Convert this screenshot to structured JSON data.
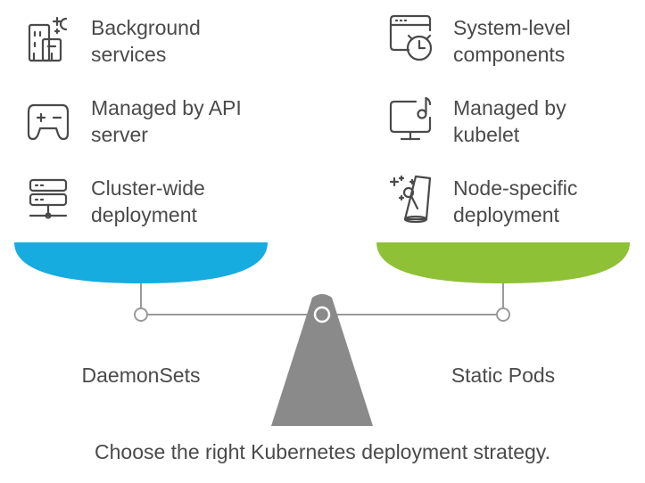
{
  "left": {
    "title": "DaemonSets",
    "color": "#16acdf",
    "items": [
      {
        "label": "Background\nservices",
        "icon": "building-sparkle-icon"
      },
      {
        "label": "Managed by API\nserver",
        "icon": "gamepad-icon"
      },
      {
        "label": "Cluster-wide\ndeployment",
        "icon": "server-rack-icon"
      }
    ]
  },
  "right": {
    "title": "Static Pods",
    "color": "#8ec135",
    "items": [
      {
        "label": "System-level\ncomponents",
        "icon": "window-clock-icon"
      },
      {
        "label": "Managed by\nkubelet",
        "icon": "monitor-music-icon"
      },
      {
        "label": "Node-specific\ndeployment",
        "icon": "spotlight-microphone-icon"
      }
    ]
  },
  "caption": "Choose the right Kubernetes deployment strategy.",
  "colors": {
    "text": "#4a4a4a",
    "icon_stroke": "#4a4a4a",
    "beam": "#9a9a9a",
    "fulcrum": "#8a8a8a"
  }
}
